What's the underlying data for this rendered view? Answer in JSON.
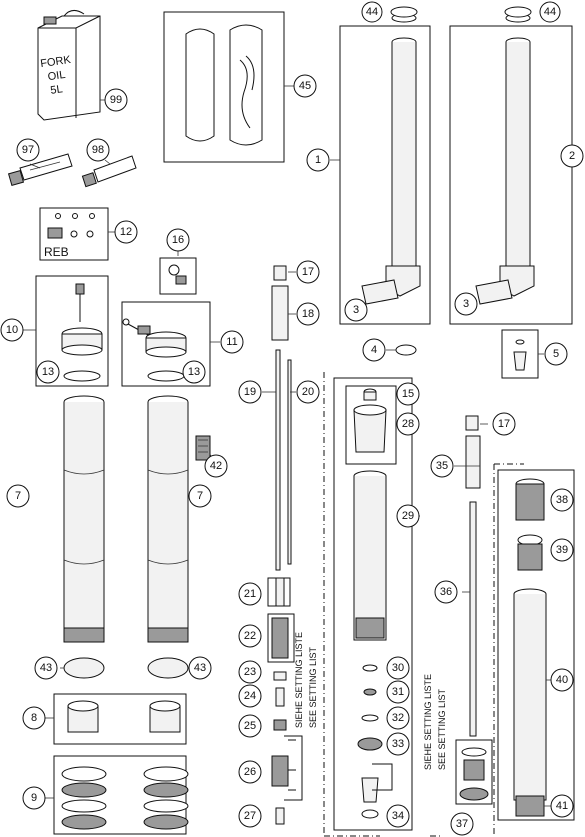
{
  "labels": {
    "oil_can_text": [
      "FORK",
      "OIL",
      "5L"
    ],
    "reb": "REB",
    "setting_list_1": [
      "SIEHE SETTING LISTE",
      "SEE SETTING LIST"
    ],
    "setting_list_2": [
      "SIEHE SETTING LISTE",
      "SEE SETTING LIST"
    ]
  },
  "callouts": {
    "c1": "1",
    "c2": "2",
    "c3a": "3",
    "c3b": "3",
    "c4": "4",
    "c5": "5",
    "c7a": "7",
    "c7b": "7",
    "c8": "8",
    "c9": "9",
    "c10": "10",
    "c11": "11",
    "c12": "12",
    "c13a": "13",
    "c13b": "13",
    "c15": "15",
    "c16": "16",
    "c17a": "17",
    "c17b": "17",
    "c18": "18",
    "c19": "19",
    "c20": "20",
    "c21": "21",
    "c22": "22",
    "c23": "23",
    "c24": "24",
    "c25": "25",
    "c26": "26",
    "c27": "27",
    "c28": "28",
    "c29": "29",
    "c30": "30",
    "c31": "31",
    "c32": "32",
    "c33": "33",
    "c34": "34",
    "c35": "35",
    "c36": "36",
    "c37": "37",
    "c38": "38",
    "c39": "39",
    "c40": "40",
    "c41": "41",
    "c42": "42",
    "c43a": "43",
    "c43b": "43",
    "c44a": "44",
    "c44b": "44",
    "c45": "45",
    "c97": "97",
    "c98": "98",
    "c99": "99"
  }
}
